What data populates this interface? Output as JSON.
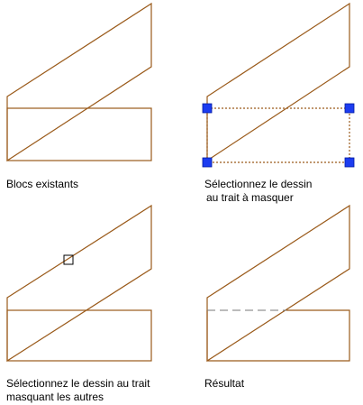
{
  "panels": [
    {
      "id": "existing-blocks",
      "caption": [
        "Blocs existants"
      ]
    },
    {
      "id": "select-hidden",
      "caption": [
        "Sélectionnez le dessin",
        "au trait à masquer"
      ]
    },
    {
      "id": "select-hiding",
      "caption": [
        "Sélectionnez le dessin au trait",
        "masquant les autres"
      ]
    },
    {
      "id": "result",
      "caption": [
        "Résultat"
      ]
    }
  ],
  "colors": {
    "line": "#9a5a1a",
    "grip_fill": "#1c3cf0",
    "grip_stroke": "#0018a0",
    "hidden_dash": "#7a7a7a",
    "pick_box": "#000000"
  },
  "icons": [
    "grip-icon",
    "pick-box-icon"
  ]
}
